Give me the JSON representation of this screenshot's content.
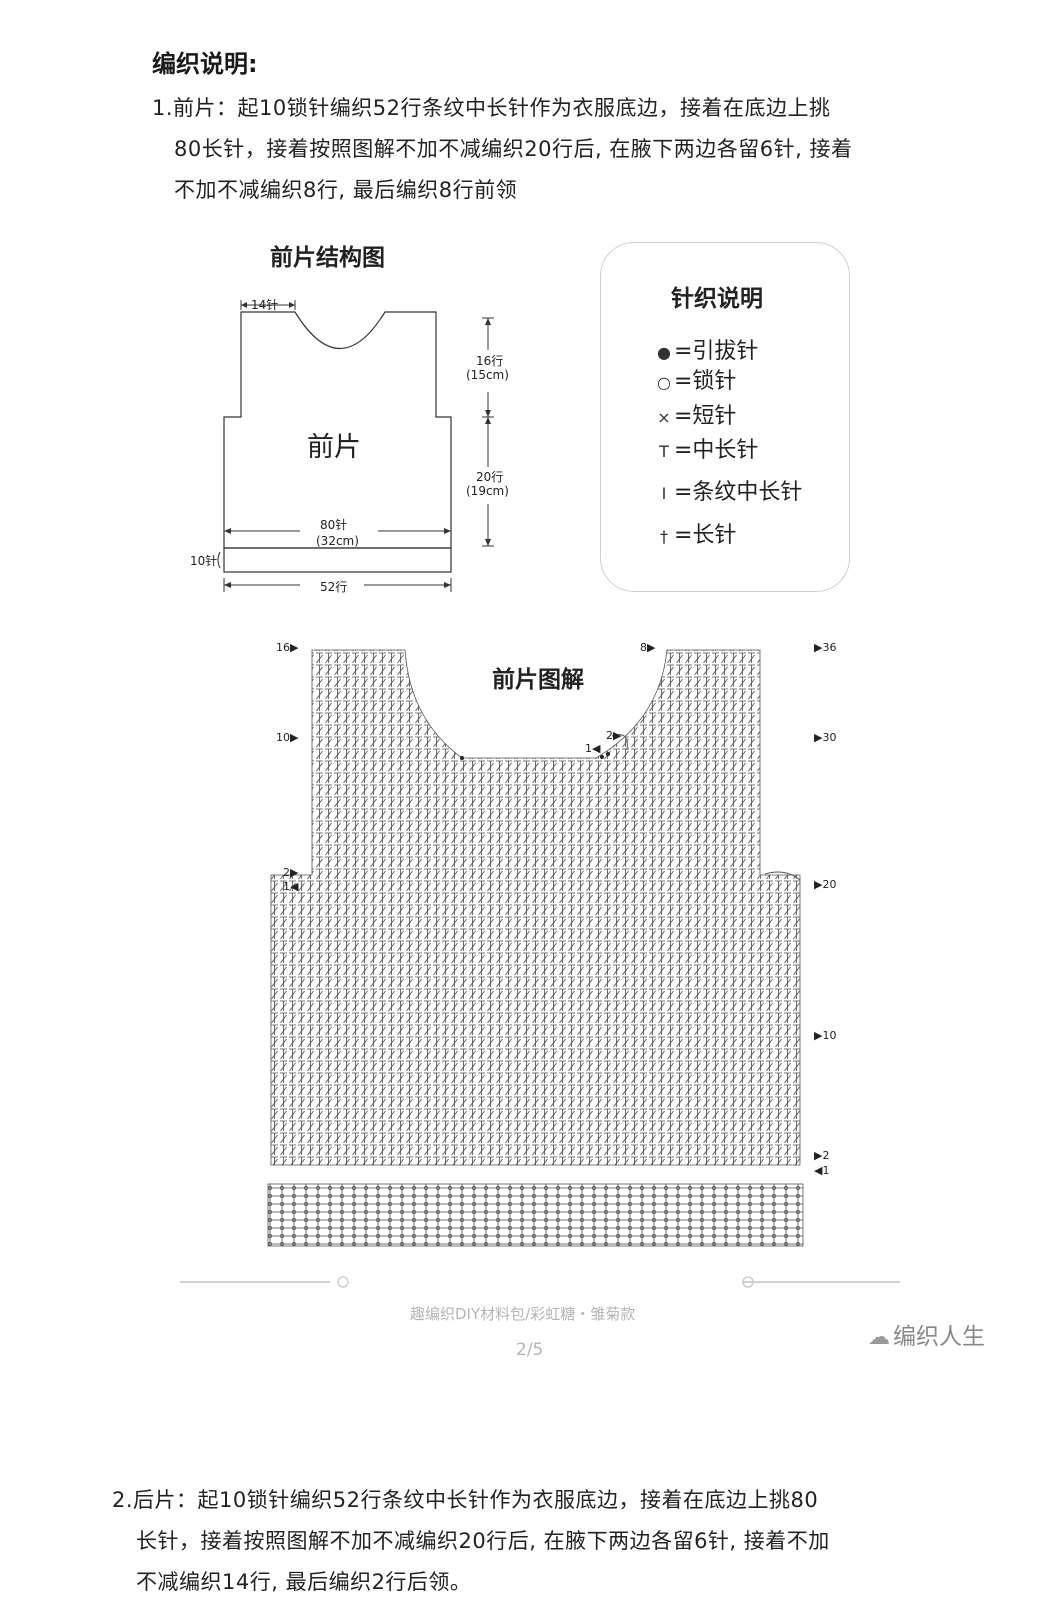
{
  "heading": "编织说明:",
  "front": {
    "number": "1.",
    "lines": [
      "前片：起10锁针编织52行条纹中长针作为衣服底边，接着在底边上挑",
      "80长针，接着按照图解不加不减编织20行后, 在腋下两边各留6针, 接着",
      "不加不减编织8行, 最后编织8行前领"
    ]
  },
  "structure": {
    "title": "前片结构图",
    "label_center": "前片",
    "top_width": "14针",
    "right_top_rows": "16行",
    "right_top_cm": "(15cm)",
    "right_bottom_rows": "20行",
    "right_bottom_cm": "(19cm)",
    "width_stitches": "80针",
    "width_cm": "(32cm)",
    "band_height": "10针",
    "band_rows": "52行"
  },
  "legend": {
    "title": "针织说明",
    "items": [
      {
        "icon": "slip-stitch-icon",
        "symbol": "●",
        "text": "=引拔针"
      },
      {
        "icon": "chain-stitch-icon",
        "symbol": "○",
        "text": "=锁针"
      },
      {
        "icon": "single-crochet-icon",
        "symbol": "×",
        "text": "=短针"
      },
      {
        "icon": "half-double-crochet-icon",
        "symbol": "T",
        "text": "=中长针"
      },
      {
        "icon": "ribbed-half-double-icon",
        "symbol": "Ⅰ",
        "text": "=条纹中长针"
      },
      {
        "icon": "double-crochet-icon",
        "symbol": "†",
        "text": "=长针"
      }
    ]
  },
  "diagram": {
    "title": "前片图解",
    "row_labels_left": [
      {
        "label": "16▶",
        "arrow": "right"
      },
      {
        "label": "10▶",
        "arrow": "right"
      },
      {
        "label": "2▶",
        "arrow": "right"
      },
      {
        "label": "1◀",
        "arrow": "left"
      }
    ],
    "row_labels_right": [
      {
        "label": "▶36"
      },
      {
        "label": "▶30"
      },
      {
        "label": "▶20"
      },
      {
        "label": "▶10"
      },
      {
        "label": "▶2"
      },
      {
        "label": "◀1"
      }
    ],
    "neck_right_top": "8▶",
    "neck_marker_2": "2▶",
    "neck_marker_1": "1◀"
  },
  "footer": {
    "text": "趣编织DIY材料包/彩虹糖・雏菊款",
    "page": "2/5",
    "watermark": "编织人生"
  },
  "back": {
    "number": "2.",
    "lines": [
      "后片：起10锁针编织52行条纹中长针作为衣服底边，接着在底边上挑80",
      "长针，接着按照图解不加不减编织20行后, 在腋下两边各留6针, 接着不加",
      "不减编织14行, 最后编织2行后领。"
    ]
  }
}
